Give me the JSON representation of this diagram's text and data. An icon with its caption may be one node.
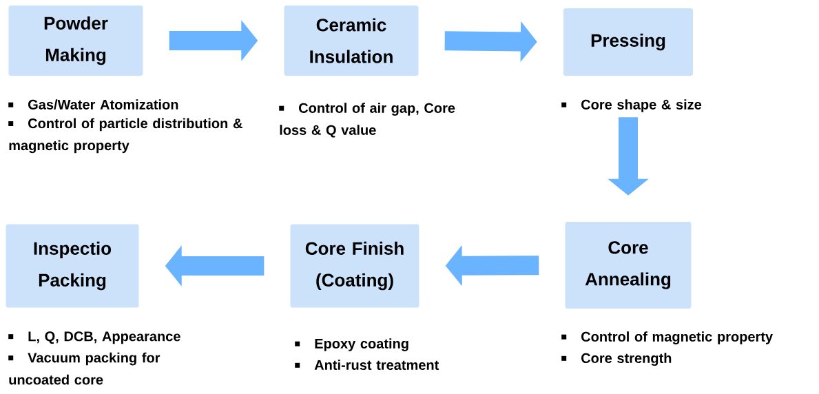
{
  "diagram": {
    "nodes": [
      {
        "text": [
          "Powder Making"
        ],
        "beside": [
          "Gas/Water Atomization",
          "Control of particle distribution & magnetic property"
        ]
      },
      {
        "text": [
          "Ceramic Insulation"
        ],
        "beside": [
          "Control of air gap, Core loss & Q value"
        ]
      },
      {
        "text": [
          "Pressing"
        ],
        "beside": [
          "Core shape & size"
        ]
      },
      {
        "text": [
          "Core Annealing"
        ],
        "beside": [
          "Control of magnetic property",
          "Core strength"
        ]
      },
      {
        "text": [
          "Core Finish (Coating)"
        ],
        "beside": [
          "Epoxy coating",
          "Anti-rust treatment"
        ]
      },
      {
        "text": [
          "Inspectio Packing"
        ],
        "beside": [
          "L, Q, DCB, Appearance",
          "Vacuum packing for uncoated core"
        ]
      }
    ],
    "edges": [
      {
        "from": 0,
        "to": 1,
        "arrow": "to"
      },
      {
        "from": 1,
        "to": 2,
        "arrow": "to"
      },
      {
        "from": 2,
        "to": 3,
        "arrow": "to"
      },
      {
        "from": 3,
        "to": 4,
        "arrow": "to"
      },
      {
        "from": 4,
        "to": 5,
        "arrow": "to"
      }
    ]
  }
}
